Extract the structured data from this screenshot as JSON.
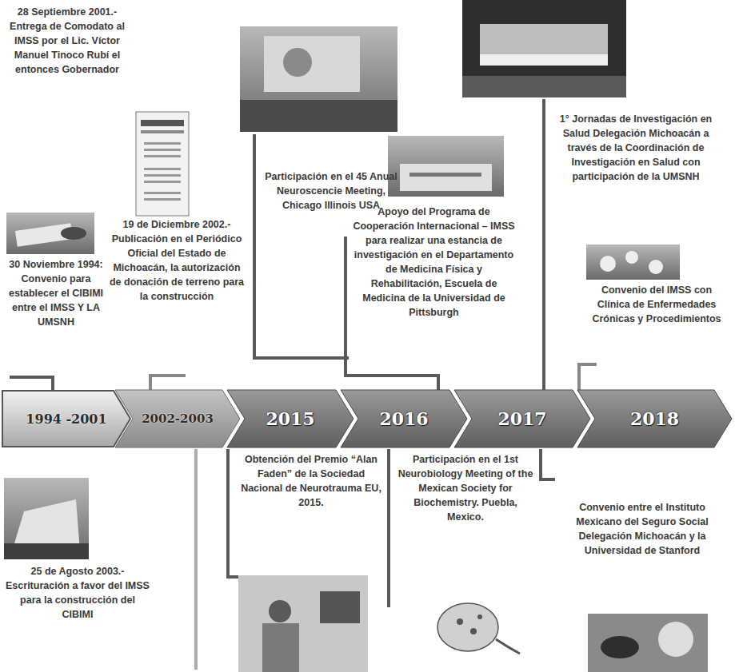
{
  "diagram": {
    "nodes": [
      {
        "text": [
          "1994 -2001"
        ]
      },
      {
        "text": [
          "2002-2003"
        ]
      },
      {
        "text": [
          "2015"
        ]
      },
      {
        "text": [
          "2016"
        ]
      },
      {
        "text": [
          "2017"
        ]
      },
      {
        "text": [
          "2018"
        ]
      }
    ],
    "labels": [
      "28 Septiembre 2001.- Entrega de Comodato al IMSS por el Lic. Víctor Manuel Tinoco Rubí el entonces Gobernador",
      "19 de Diciembre 2002.- Publicación en el Periódico Oficial del Estado de Michoacán, la autorización de donación de terreno para la construcción",
      "30 Noviembre 1994: Convenio para establecer el CIBIMI entre el IMSS Y LA UMSNH",
      "Participación en el 45 Anual Neuroscencie Meeting, Chicago Illinois USA",
      "Apoyo del Programa de Cooperación Internacional – IMSS para realizar una estancia de investigación en el Departamento de Medicina Física y Rehabilitación, Escuela de Medicina de la Universidad de Pittsburgh",
      "1° Jornadas de Investigación en Salud Delegación Michoacán a través de la Coordinación de Investigación en Salud con participación de la UMSNH",
      "Convenio del IMSS con Clínica de Enfermedades Crónicas y Procedimientos",
      "25 de Agosto 2003.- Escrituración a favor del IMSS para la construcción del CIBIMI",
      "Obtención del Premio “Alan Faden” de la Sociedad Nacional de Neurotrauma EU, 2015.",
      "Participación en el 1st Neurobiology Meeting of the Mexican Society for Biochemistry. Puebla, Mexico.",
      "Convenio entre el Instituto Mexicano del Seguro Social Delegación Michoacán y la Universidad de Stanford"
    ]
  }
}
